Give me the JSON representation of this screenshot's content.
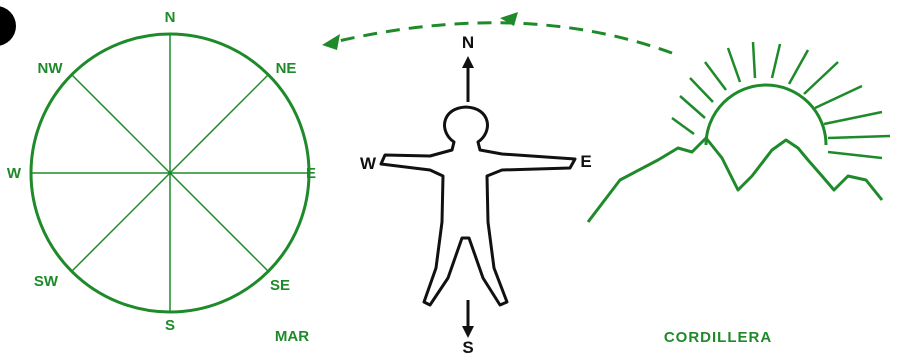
{
  "colors": {
    "compass": "#1e8a2a",
    "figure": "#111111",
    "background": "#ffffff",
    "badge": "#000000"
  },
  "compass_rose": {
    "labels": {
      "n": "N",
      "ne": "NE",
      "e": "E",
      "se": "SE",
      "s": "S",
      "sw": "SW",
      "w": "W",
      "nw": "NW"
    }
  },
  "sea_label": "MAR",
  "human_figure": {
    "n": "N",
    "s": "S",
    "e": "E",
    "w": "W"
  },
  "mountain_label": "CORDILLERA",
  "icons": {
    "corner_badge": "black-circle",
    "sun": "rising-sun-icon",
    "mountains": "mountain-icon",
    "arrow": "dashed-arc-arrow"
  }
}
